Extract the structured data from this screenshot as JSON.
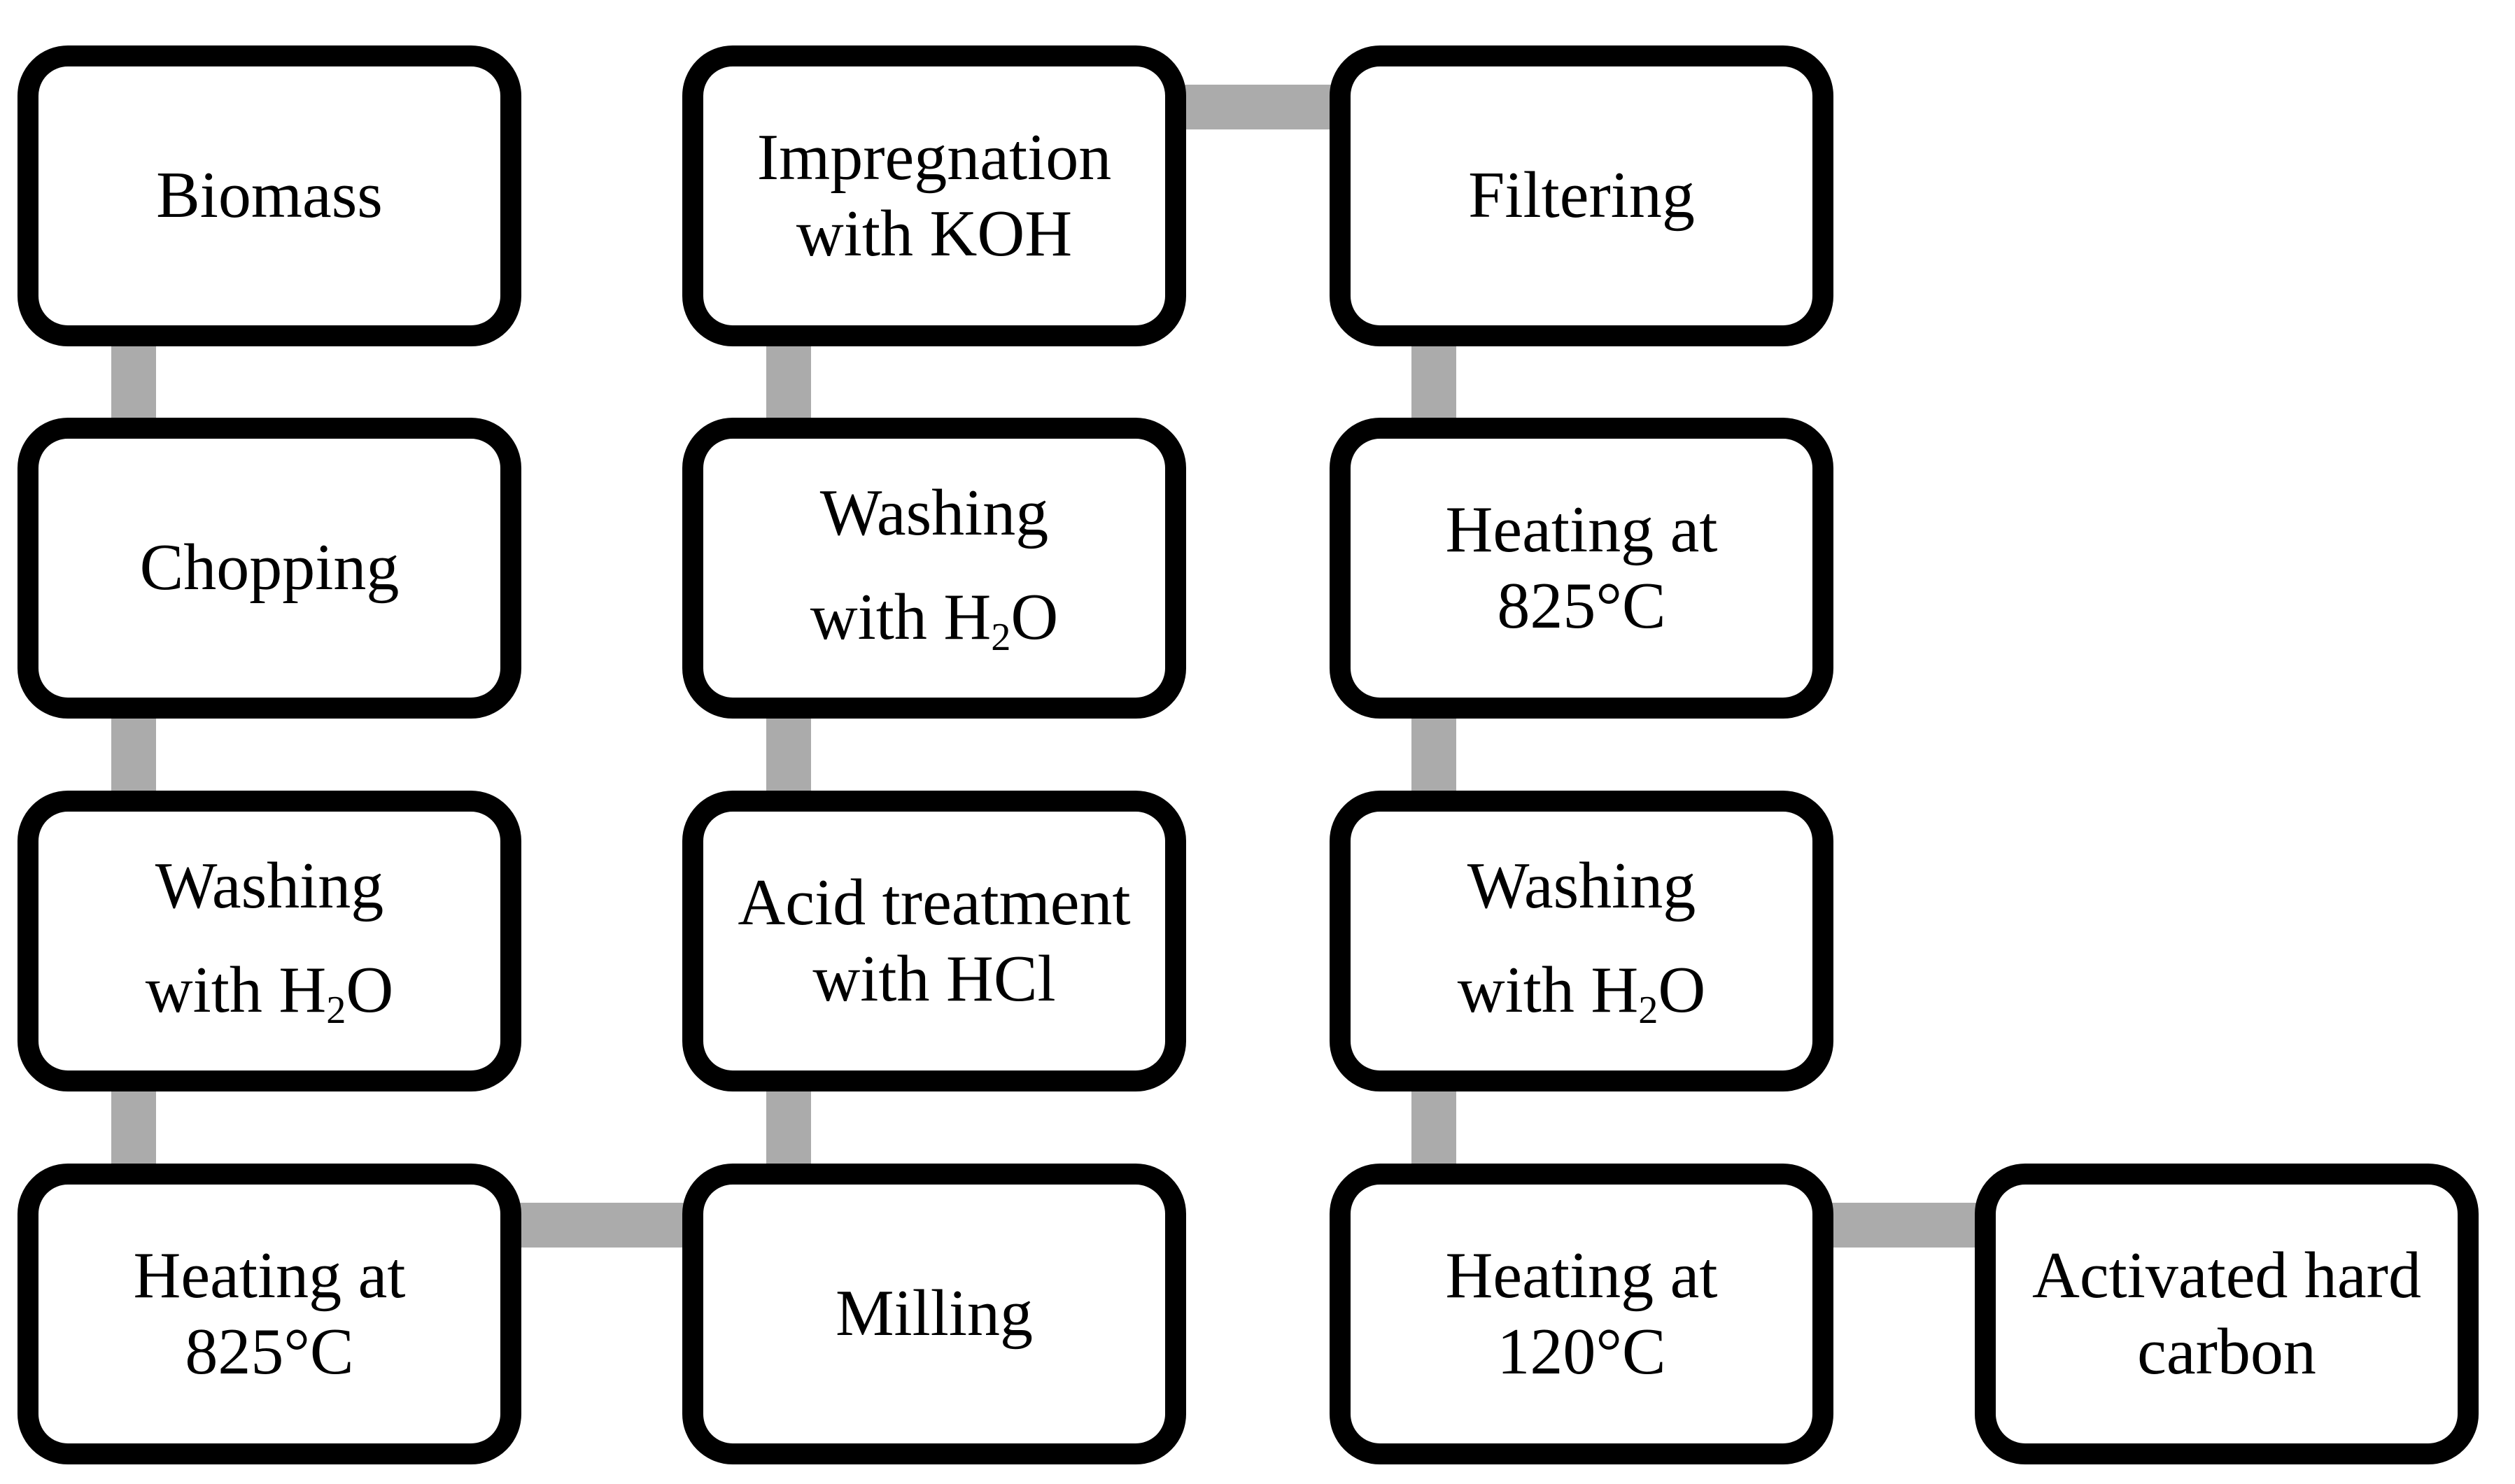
{
  "figure": {
    "type": "flowchart",
    "description": "Preparation process flow of activated hard carbon from biomass",
    "background_color": "#ffffff",
    "box_fill_color": "#ffffff",
    "box_border_color": "#000000",
    "connector_color": "#ababab",
    "text_color": "#000000"
  },
  "nodes": [
    {
      "id": "biomass",
      "label": "Biomass",
      "col": 0,
      "row": 0,
      "spaced": false,
      "lines": [
        [
          {
            "t": "Biomass"
          }
        ]
      ]
    },
    {
      "id": "chopping",
      "label": "Chopping",
      "col": 0,
      "row": 1,
      "spaced": false,
      "lines": [
        [
          {
            "t": "Chopping"
          }
        ]
      ]
    },
    {
      "id": "washing-h2o-1",
      "label": "Washing with H₂O",
      "col": 0,
      "row": 2,
      "spaced": true,
      "lines": [
        [
          {
            "t": "Washing"
          }
        ],
        [
          {
            "t": "with H"
          },
          {
            "t": "2",
            "sub": true
          },
          {
            "t": "O"
          }
        ]
      ]
    },
    {
      "id": "heating-825-1",
      "label": "Heating at 825°C",
      "col": 0,
      "row": 3,
      "spaced": false,
      "lines": [
        [
          {
            "t": "Heating at"
          }
        ],
        [
          {
            "t": "825°C"
          }
        ]
      ]
    },
    {
      "id": "impregnation-koh",
      "label": "Impregnation with KOH",
      "col": 1,
      "row": 0,
      "spaced": false,
      "lines": [
        [
          {
            "t": "Impregnation"
          }
        ],
        [
          {
            "t": "with KOH"
          }
        ]
      ]
    },
    {
      "id": "washing-h2o-2",
      "label": "Washing with H₂O",
      "col": 1,
      "row": 1,
      "spaced": true,
      "lines": [
        [
          {
            "t": "Washing"
          }
        ],
        [
          {
            "t": "with H"
          },
          {
            "t": "2",
            "sub": true
          },
          {
            "t": "O"
          }
        ]
      ]
    },
    {
      "id": "acid-treatment-hcl",
      "label": "Acid treatment with HCl",
      "col": 1,
      "row": 2,
      "spaced": false,
      "lines": [
        [
          {
            "t": "Acid treatment"
          }
        ],
        [
          {
            "t": "with HCl"
          }
        ]
      ]
    },
    {
      "id": "milling",
      "label": "Milling",
      "col": 1,
      "row": 3,
      "spaced": false,
      "lines": [
        [
          {
            "t": "Milling"
          }
        ]
      ]
    },
    {
      "id": "filtering",
      "label": "Filtering",
      "col": 2,
      "row": 0,
      "spaced": false,
      "lines": [
        [
          {
            "t": "Filtering"
          }
        ]
      ]
    },
    {
      "id": "heating-825-2",
      "label": "Heating at 825°C",
      "col": 2,
      "row": 1,
      "spaced": false,
      "lines": [
        [
          {
            "t": "Heating at"
          }
        ],
        [
          {
            "t": "825°C"
          }
        ]
      ]
    },
    {
      "id": "washing-h2o-3",
      "label": "Washing with H₂O",
      "col": 2,
      "row": 2,
      "spaced": true,
      "lines": [
        [
          {
            "t": "Washing"
          }
        ],
        [
          {
            "t": "with H"
          },
          {
            "t": "2",
            "sub": true
          },
          {
            "t": "O"
          }
        ]
      ]
    },
    {
      "id": "heating-120",
      "label": "Heating at 120°C",
      "col": 2,
      "row": 3,
      "spaced": false,
      "lines": [
        [
          {
            "t": "Heating at"
          }
        ],
        [
          {
            "t": "120°C"
          }
        ]
      ]
    },
    {
      "id": "activated-hard-carbon",
      "label": "Activated hard carbon",
      "col": 3,
      "row": 3,
      "spaced": false,
      "lines": [
        [
          {
            "t": "Activated hard"
          }
        ],
        [
          {
            "t": "carbon"
          }
        ]
      ]
    }
  ],
  "edges": [
    {
      "from": "biomass",
      "to": "chopping",
      "dir": "v"
    },
    {
      "from": "chopping",
      "to": "washing-h2o-1",
      "dir": "v"
    },
    {
      "from": "washing-h2o-1",
      "to": "heating-825-1",
      "dir": "v"
    },
    {
      "from": "heating-825-1",
      "to": "milling",
      "dir": "h"
    },
    {
      "from": "milling",
      "to": "acid-treatment-hcl",
      "dir": "v"
    },
    {
      "from": "acid-treatment-hcl",
      "to": "washing-h2o-2",
      "dir": "v"
    },
    {
      "from": "washing-h2o-2",
      "to": "impregnation-koh",
      "dir": "v"
    },
    {
      "from": "impregnation-koh",
      "to": "filtering",
      "dir": "h"
    },
    {
      "from": "filtering",
      "to": "heating-825-2",
      "dir": "v"
    },
    {
      "from": "heating-825-2",
      "to": "washing-h2o-3",
      "dir": "v"
    },
    {
      "from": "washing-h2o-3",
      "to": "heating-120",
      "dir": "v"
    },
    {
      "from": "heating-120",
      "to": "activated-hard-carbon",
      "dir": "h"
    }
  ]
}
